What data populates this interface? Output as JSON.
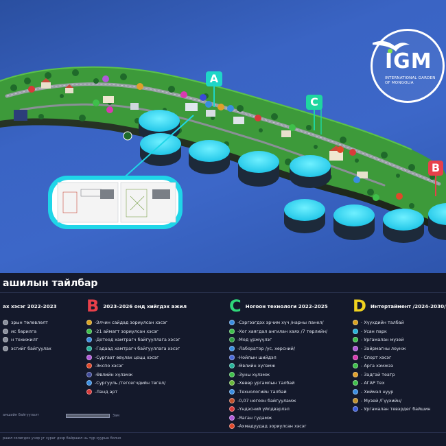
{
  "logo": {
    "main": "IGM",
    "sub_line1": "INTERNATIONAL GARDEN",
    "sub_line2": "OF MONGOLIA"
  },
  "zones_on_map": [
    {
      "letter": "A",
      "color": "#1fd6c8"
    },
    {
      "letter": "C",
      "color": "#1fd6a0"
    },
    {
      "letter": "B",
      "color": "#e8404a"
    }
  ],
  "legend": {
    "title": "ашилын тайлбар",
    "columns": [
      {
        "letter": "",
        "title": "ах хэсэг 2022-2023",
        "color": "#ffffff",
        "items": [
          {
            "label": "зрын төлөвлөлт",
            "color": "#8a8f9c"
          },
          {
            "label": "ис барилга",
            "color": "#8a8f9c"
          },
          {
            "label": "н тохижилт",
            "color": "#8a8f9c"
          },
          {
            "label": "эсгийг байгуулах",
            "color": "#8a8f9c"
          }
        ]
      },
      {
        "letter": "B",
        "title": "2023-2026 онд хийгдэх ажил",
        "color": "#e8404a",
        "items": [
          {
            "label": "-Элчин сайдад зориулсан хэсэг",
            "color": "#d9a21f"
          },
          {
            "label": "-21 аймагт зориулсан хэсэг",
            "color": "#3ec04a"
          },
          {
            "label": "-Дотоод хамтрагч байгууллага хэсэг",
            "color": "#3a8de0"
          },
          {
            "label": "-Гадаад хамтрагч байгууллага хэсэг",
            "color": "#27b39a"
          },
          {
            "label": "-Сургаат өвүлах цоцц хэсэг",
            "color": "#b05ad8"
          },
          {
            "label": "-Экспо хэсэг",
            "color": "#e0482a"
          },
          {
            "label": "-Өвлийн хүлэмж",
            "color": "#3f4a9a"
          },
          {
            "label": "-Сургууль /тегсегчдийн төгел/",
            "color": "#3a8de0"
          },
          {
            "label": "-Ланд арт",
            "color": "#d83a3a"
          }
        ]
      },
      {
        "letter": "C",
        "title": "Ногоон технологи 2022-2025",
        "color": "#2fd67a",
        "items": [
          {
            "label": "-Сэргээгдэх эрчим хүч /нарны панел/",
            "color": "#3a8de0"
          },
          {
            "label": "-Хог хаягдал ангилан хаях /7 төрлийн/",
            "color": "#3ec04a"
          },
          {
            "label": "-Мод үржүүлэг",
            "color": "#2e9e42"
          },
          {
            "label": "-Лаборатор /ус, хөрсний/",
            "color": "#3a8de0"
          },
          {
            "label": "-Нойлын шийдэл",
            "color": "#4a6ad8"
          },
          {
            "label": "-Өвлийн хүлэмж",
            "color": "#27b39a"
          },
          {
            "label": "-Зуны хүлэмж",
            "color": "#3ec04a"
          },
          {
            "label": "-Хөвөр ургамлын талбай",
            "color": "#6ab83a"
          },
          {
            "label": "-Технологийн талбай",
            "color": "#3a8de0"
          },
          {
            "label": "-0,07 ногоон байгууламж",
            "color": "#c0502a"
          },
          {
            "label": "-Үндэсний үйлдвэрлэл",
            "color": "#d83a3a"
          },
          {
            "label": "-Яаган гудамж",
            "color": "#b05ad8"
          },
          {
            "label": "-Ахмадуудад зориулсан хэсэг",
            "color": "#e0482a"
          }
        ]
      },
      {
        "letter": "D",
        "title": "Интертаймент /2024-2030/",
        "color": "#f0d21f",
        "items": [
          {
            "label": "- Хүүхдийн талбай",
            "color": "#d9a21f"
          },
          {
            "label": "- Усан парк",
            "color": "#27b3d8"
          },
          {
            "label": "- Ургамалан музей",
            "color": "#3ec04a"
          },
          {
            "label": "- Зайрмагны лоунж",
            "color": "#b05ad8"
          },
          {
            "label": "- Спорт хэсэг",
            "color": "#d83ab0"
          },
          {
            "label": "- Арга хэмжээ",
            "color": "#3ec04a"
          },
          {
            "label": "- Задгай театр",
            "color": "#e0a02a"
          },
          {
            "label": "- АГАР Тех",
            "color": "#3ec04a"
          },
          {
            "label": "- Хиймэл нуур",
            "color": "#3a8de0"
          },
          {
            "label": "- Музей /Гүүхийн/",
            "color": "#c0902a"
          },
          {
            "label": "- Ургамалан тевэрдег байшин",
            "color": "#3a5ad8"
          }
        ]
      }
    ],
    "scale_left": "амшийн байгуулалт",
    "scale_right": "Зам",
    "footnote": "ршил солигдох учир уг зураг дээр байршил нь түр зуурын болно"
  }
}
